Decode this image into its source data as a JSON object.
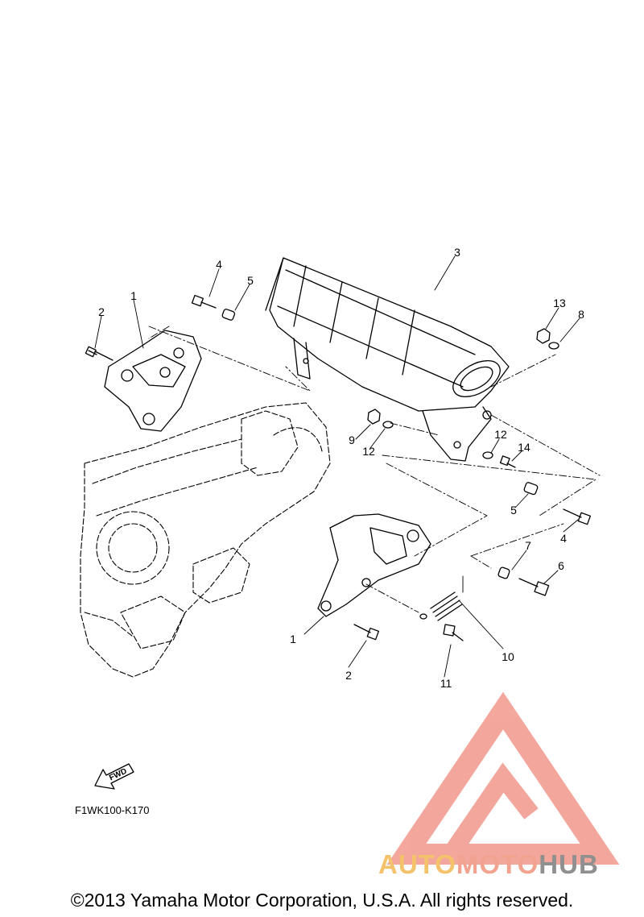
{
  "diagram": {
    "callouts": {
      "c1a": "1",
      "c1b": "1",
      "c2a": "2",
      "c2b": "2",
      "c3": "3",
      "c4a": "4",
      "c4b": "4",
      "c5a": "5",
      "c5b": "5",
      "c6": "6",
      "c7": "7",
      "c8": "8",
      "c9": "9",
      "c10": "10",
      "c11": "11",
      "c12a": "12",
      "c12b": "12",
      "c13": "13",
      "c14": "14"
    },
    "fwd_label": "FWD",
    "diagram_code": "F1WK100-K170",
    "copyright": "©2013 Yamaha Motor Corporation, U.S.A. All rights reserved."
  },
  "watermark": {
    "part1": "AUTO",
    "part2": "MOTO",
    "part3": "HUB",
    "colors": {
      "auto": "#f4c26a",
      "moto": "#f1a38f",
      "hub": "#8f8f8f",
      "logo": "#f08a7c"
    }
  }
}
